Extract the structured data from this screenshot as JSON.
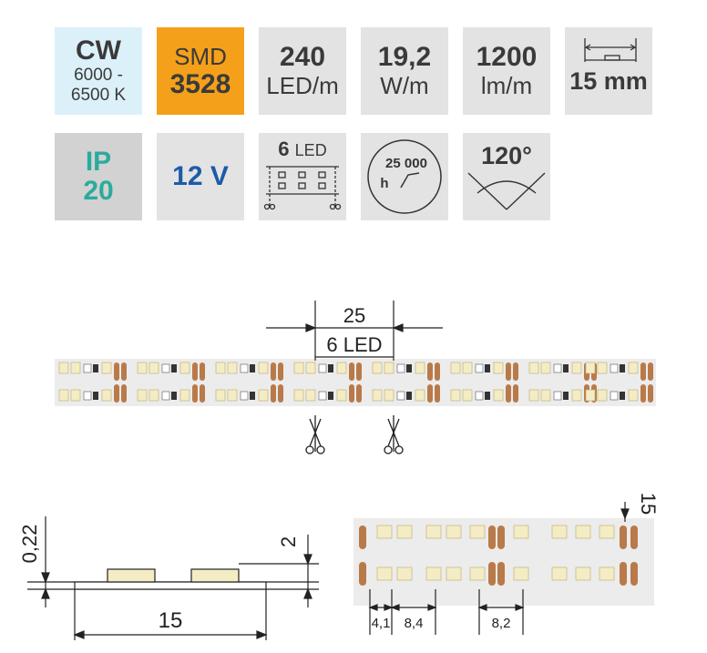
{
  "tiles": {
    "color": {
      "label": "CW",
      "range_line1": "6000 -",
      "range_line2": "6500 K",
      "bg": "#dcf0fa"
    },
    "chip": {
      "line1": "SMD",
      "line2": "3528",
      "bg": "#f5a01a"
    },
    "density": {
      "value": "240",
      "unit": "LED/m",
      "bg": "#e3e3e3"
    },
    "power": {
      "value": "19,2",
      "unit": "W/m",
      "bg": "#e3e3e3"
    },
    "flux": {
      "value": "1200",
      "unit": "lm/m",
      "bg": "#e3e3e3"
    },
    "width": {
      "value": "15 mm",
      "bg": "#e3e3e3"
    },
    "ip": {
      "line1": "IP",
      "line2": "20",
      "bg": "#d2d2d2",
      "color": "#2bab9c"
    },
    "voltage": {
      "value": "12 V",
      "bg": "#e3e3e3",
      "color": "#1c5ba8"
    },
    "segment": {
      "count": "6",
      "unit": "LED",
      "bg": "#e3e3e3"
    },
    "lifetime": {
      "value": "25 000",
      "unit": "h",
      "bg": "#e3e3e3"
    },
    "angle": {
      "value": "120°",
      "bg": "#e3e3e3"
    }
  },
  "strip": {
    "segment_length": "25",
    "segment_leds": "6 LED"
  },
  "cross_section": {
    "thickness": "0,22",
    "height": "2",
    "width": "15"
  },
  "detail": {
    "width": "15",
    "pitch_a": "4,1",
    "pitch_b": "8,4",
    "pitch_c": "8,2"
  },
  "colors": {
    "led": "#f4ecc4",
    "pad": "#b97a4a",
    "strip": "#ececec",
    "line": "#222222"
  }
}
